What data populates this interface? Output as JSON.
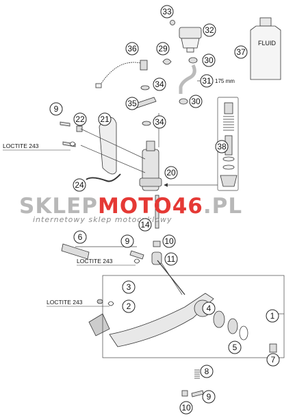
{
  "callouts": [
    {
      "n": "1"
    },
    {
      "n": "2"
    },
    {
      "n": "3"
    },
    {
      "n": "4"
    },
    {
      "n": "5"
    },
    {
      "n": "6"
    },
    {
      "n": "7"
    },
    {
      "n": "8"
    },
    {
      "n": "9"
    },
    {
      "n": "9"
    },
    {
      "n": "9"
    },
    {
      "n": "10"
    },
    {
      "n": "10"
    },
    {
      "n": "11"
    },
    {
      "n": "14"
    },
    {
      "n": "20"
    },
    {
      "n": "21"
    },
    {
      "n": "22"
    },
    {
      "n": "24"
    },
    {
      "n": "29"
    },
    {
      "n": "30"
    },
    {
      "n": "30"
    },
    {
      "n": "31"
    },
    {
      "n": "32"
    },
    {
      "n": "33"
    },
    {
      "n": "34"
    },
    {
      "n": "34"
    },
    {
      "n": "35"
    },
    {
      "n": "36"
    },
    {
      "n": "37"
    },
    {
      "n": "38"
    }
  ],
  "labels": {
    "loctite_1": "LOCTITE 243",
    "loctite_2": "LOCTITE 243",
    "loctite_3": "LOCTITE 243",
    "hose_length": "175 mm",
    "fluid": "FLUID"
  },
  "watermark": {
    "part1": "SKLEP",
    "part2": "MOTO",
    "part3": "46",
    "part4": ".PL",
    "subtitle": "internetowy sklep motocyklowy",
    "color_gray": "#b8b8b8",
    "color_red": "#e53935"
  }
}
